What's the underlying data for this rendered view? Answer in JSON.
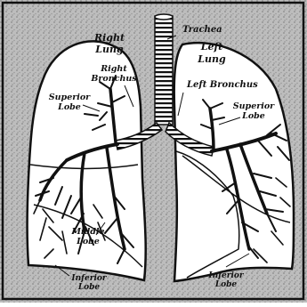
{
  "colors": {
    "background": "#b9b9b9",
    "lung_fill": "#ffffff",
    "ink": "#111111"
  },
  "labels": {
    "right_lung": "Right\nLung",
    "right_bronchus": "Right\nBronchus",
    "trachea": "Trachea",
    "left_lung": "Left\nLung",
    "left_bronchus": "Left Bronchus",
    "superior_lobe_right": "Superior\nLobe",
    "superior_lobe_left": "Superior\nLobe",
    "middle_lobe": "Middle\nLobe",
    "inferior_lobe_right": "Inferior\nLobe",
    "inferior_lobe_left": "Inferior\nLobe"
  }
}
